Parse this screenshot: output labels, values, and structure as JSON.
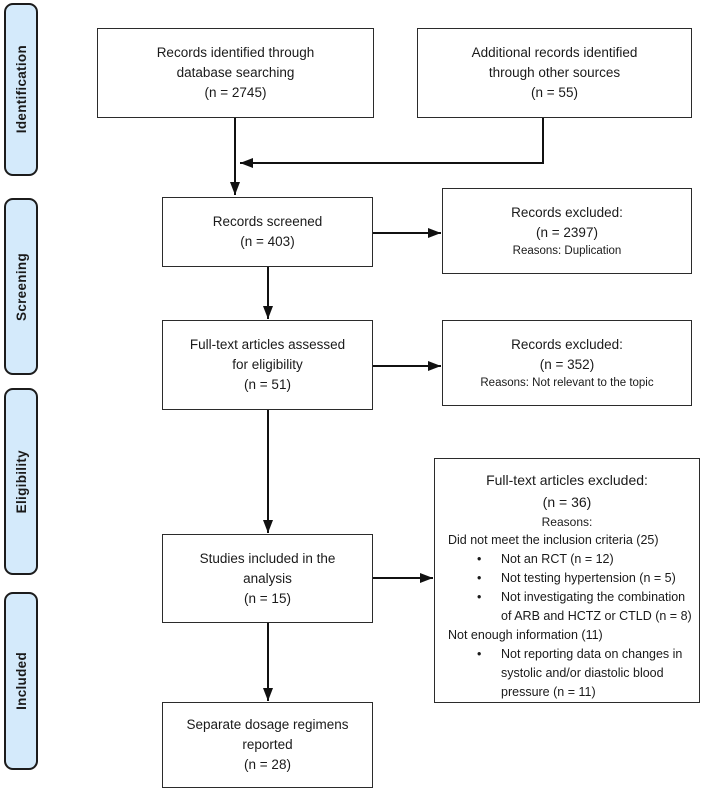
{
  "colors": {
    "stage_fill": "#d4eafb",
    "stage_border": "#1c1c1c",
    "box_border": "#2b2b2b",
    "box_fill": "#ffffff",
    "arrow": "#111111",
    "text": "#1a1a1a"
  },
  "icons": {
    "bullet": "•"
  },
  "stages": [
    {
      "label": "Identification"
    },
    {
      "label": "Screening"
    },
    {
      "label": "Eligibility"
    },
    {
      "label": "Included"
    }
  ],
  "boxes": {
    "records_identified": {
      "lines": [
        "Records identified through",
        "database searching",
        "(n = 2745)"
      ]
    },
    "additional_records": {
      "lines": [
        "Additional records identified",
        "through other sources",
        "(n = 55)"
      ]
    },
    "records_screened": {
      "lines": [
        "Records screened",
        "(n = 403)"
      ]
    },
    "records_excluded_duplication": {
      "title": "Records excluded:",
      "count": "(n = 2397)",
      "reason": "Reasons: Duplication"
    },
    "fulltext_assessed": {
      "lines": [
        "Full-text articles assessed",
        "for eligibility",
        "(n = 51)"
      ]
    },
    "records_excluded_not_relevant": {
      "title": "Records excluded:",
      "count": "(n = 352)",
      "reason": "Reasons: Not relevant to the topic"
    },
    "studies_included": {
      "lines": [
        "Studies included in the",
        "analysis",
        "(n = 15)"
      ]
    },
    "fulltext_excluded": {
      "title": "Full-text articles excluded:",
      "count": "(n = 36)",
      "reasons_label": "Reasons:",
      "group1_label": "Did not meet the inclusion criteria (25)",
      "group1_items": [
        "Not an RCT (n = 12)",
        "Not testing hypertension (n = 5)",
        "Not investigating the combination of ARB and HCTZ or CTLD (n = 8)"
      ],
      "group2_label": "Not enough information (11)",
      "group2_items": [
        "Not reporting data on changes in systolic and/or diastolic blood pressure (n = 11)"
      ]
    },
    "separate_dosage": {
      "lines": [
        "Separate dosage regimens",
        "reported",
        "(n = 28)"
      ]
    }
  }
}
